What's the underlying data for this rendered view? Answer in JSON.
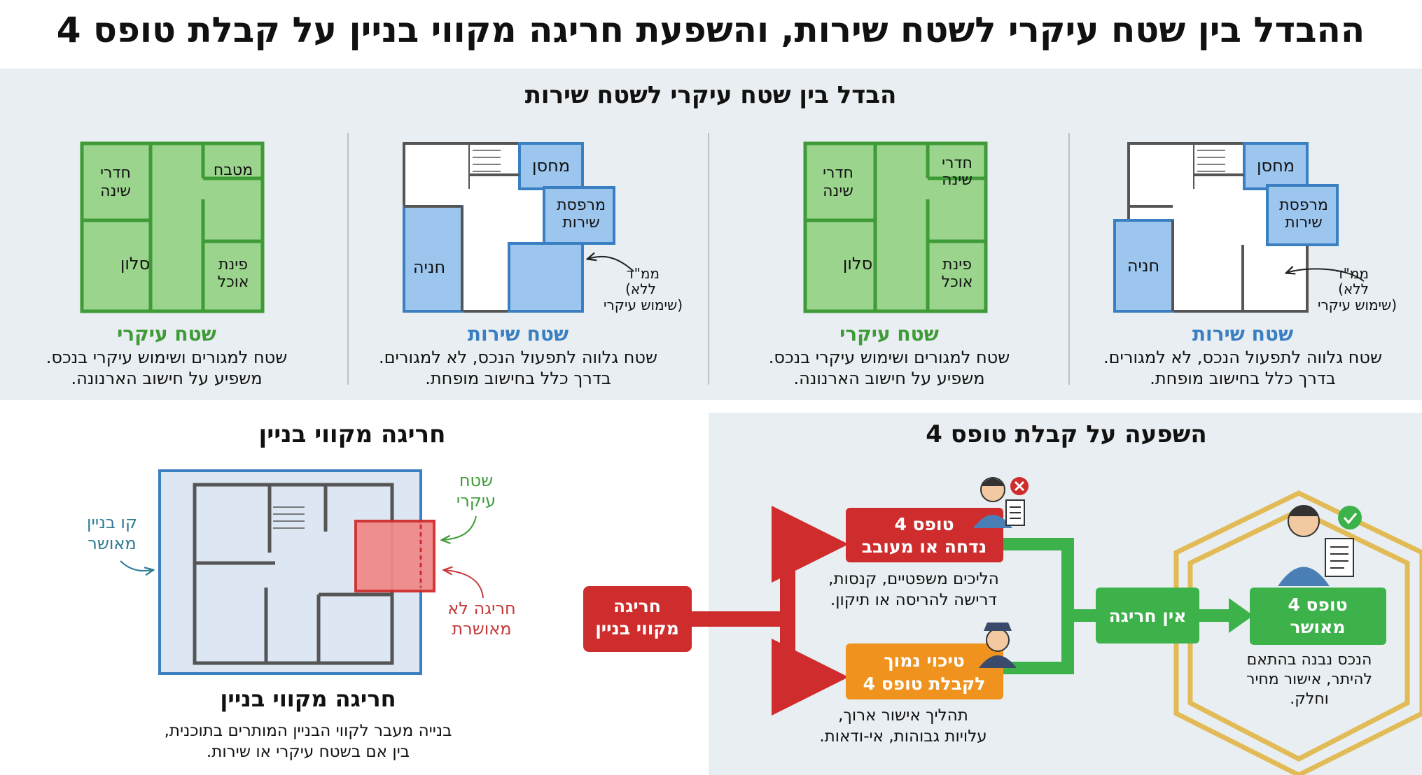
{
  "title": "ההבדל בין שטח עיקרי לשטח שירות, והשפעת חריגה מקווי בניין על קבלת טופס 4",
  "section_top": {
    "heading": "הבדל בין שטח עיקרי לשטח שירות",
    "panels": [
      {
        "kind": "service",
        "rooms": {
          "storage": "מחסן",
          "service_balcony_1": "מרפסת",
          "service_balcony_2": "שירות",
          "parking": "חניה"
        },
        "callout": [
          "ממ\"ד",
          "(ללא",
          "שימוש עיקרי)"
        ],
        "label": "שטח שירות",
        "desc": [
          "שטח גלווה לתפעול הנכס, לא למגורים.",
          "בדרך כלל בחישוב מופחת."
        ]
      },
      {
        "kind": "main",
        "rooms": {
          "bedrooms_1_a": "חדרי",
          "bedrooms_1_b": "שינה",
          "bedrooms_2_a": "חדרי",
          "bedrooms_2_b": "שינה",
          "living": "סלון",
          "dining_a": "פינת",
          "dining_b": "אוכל"
        },
        "label": "שטח עיקרי",
        "desc": [
          "שטח למגורים ושימוש עיקרי בנכס.",
          "משפיע על חישוב הארנונה."
        ]
      },
      {
        "kind": "service",
        "rooms": {
          "storage": "מחסן",
          "service_balcony_1": "מרפסת",
          "service_balcony_2": "שירות",
          "parking": "חניה"
        },
        "callout": [
          "ממ\"ד",
          "(ללא",
          "שימוש עיקרי)"
        ],
        "label": "שטח שירות",
        "desc": [
          "שטח גלווה לתפעול הנכס, לא למגורים.",
          "בדרך כלל בחישוב מופחת."
        ]
      },
      {
        "kind": "main",
        "rooms": {
          "bedrooms_1_a": "חדרי",
          "bedrooms_1_b": "שינה",
          "kitchen": "מטבח",
          "living": "סלון",
          "dining_a": "פינת",
          "dining_b": "אוכל"
        },
        "label": "שטח עיקרי",
        "desc": [
          "שטח למגורים ושימוש עיקרי בנכס.",
          "משפיע על חישוב הארנונה."
        ]
      }
    ]
  },
  "section_form4": {
    "heading": "השפעה על קבלת טופס 4",
    "start_label": [
      "חריגה",
      "מקווי בניין"
    ],
    "rejected_label": [
      "טופס 4",
      "נדחה או מעובב"
    ],
    "rejected_desc": [
      "הליכים משפטיים, קנסות,",
      "דרישה להריסה או תיקון."
    ],
    "low_label": [
      "טיכוי נמוך",
      "לקבלת טופס 4"
    ],
    "low_desc": [
      "תהליך אישור ארוך,",
      "עלויות גבוהות, אי-ודאות."
    ],
    "no_deviation_label": "אין חריגה",
    "approved_label": [
      "טופס 4",
      "מאושר"
    ],
    "approved_desc": [
      "הנכס נבנה בהתאם",
      "להיתר, אישור מחיר",
      "וחלק."
    ]
  },
  "section_deviation": {
    "heading": "חריגה מקווי בניין",
    "main_area_label": [
      "שטח",
      "עיקרי"
    ],
    "building_line_label": [
      "קו בניין",
      "מאושר"
    ],
    "unapproved_label": [
      "חריגה לא",
      "מאושרת"
    ],
    "caption_title": "חריגה מקווי בניין",
    "caption_desc": [
      "בנייה מעבר לקווי הבניין המותרים בתוכנית,",
      "בין אם בשטח עיקרי או שירות."
    ]
  },
  "colors": {
    "green": "#3f9b38",
    "green_fill": "#9bd48c",
    "blue": "#3a7fc1",
    "blue_fill": "#9cc6ee",
    "red": "#cf2d2d",
    "orange": "#f0921e",
    "flow_green": "#3db24a",
    "gold": "#e2b33c",
    "band": "#e8eef1",
    "teal": "#2f7a94"
  }
}
